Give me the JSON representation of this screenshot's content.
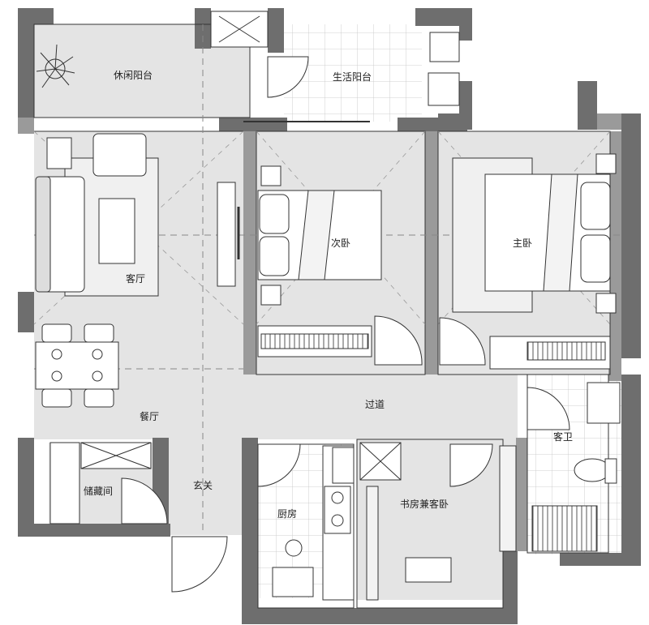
{
  "rooms": {
    "leisure_balcony": "休闲阳台",
    "service_balcony": "生活阳台",
    "living_room": "客厅",
    "second_bedroom": "次卧",
    "master_bedroom": "主卧",
    "dining_room": "餐厅",
    "corridor": "过道",
    "guest_bathroom": "客卫",
    "storage_room": "储藏间",
    "entrance": "玄关",
    "kitchen": "厨房",
    "study_guest_room": "书房兼客卧"
  },
  "colors": {
    "wall": "#6e6e6e",
    "wall_light": "#9a9a9a",
    "floor": "#e4e4e4",
    "line": "#333333",
    "tile": "#bdbdbd",
    "label": "#222222"
  }
}
